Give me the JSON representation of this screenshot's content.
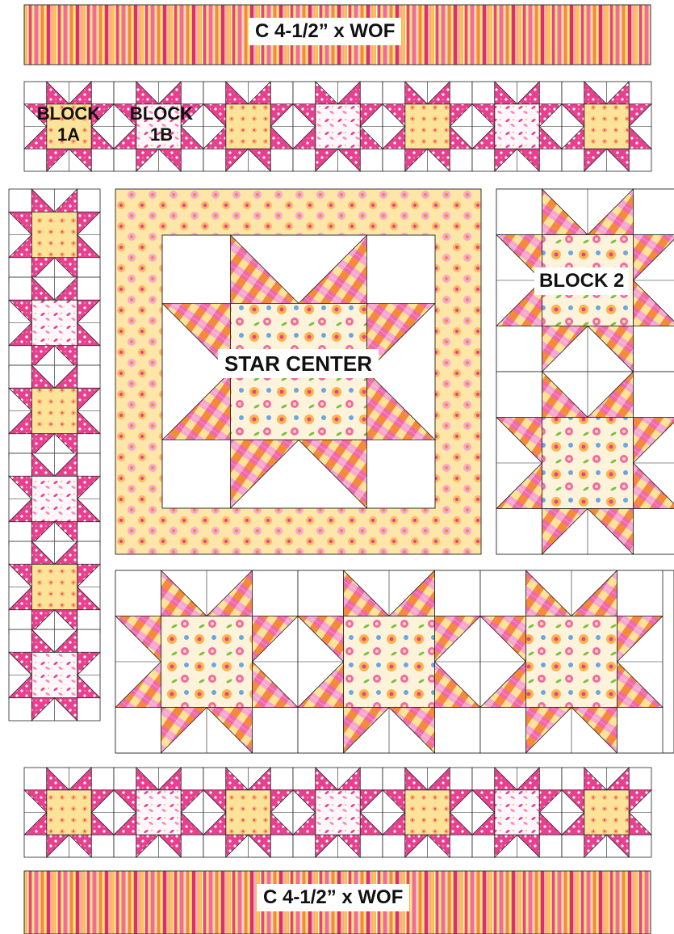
{
  "labels": {
    "top_strip": "C 4-1/2” x WOF",
    "bottom_strip": "C 4-1/2” x WOF",
    "block_1a_line1": "BLOCK",
    "block_1a_line2": "1A",
    "block_1b_line1": "BLOCK",
    "block_1b_line2": "1B",
    "star_center": "STAR CENTER",
    "block_2": "BLOCK 2"
  },
  "colors": {
    "pink": "#e8408f",
    "pink_light": "#f6a8cf",
    "yellow": "#fde39a",
    "orange": "#f58a3c",
    "orange_light": "#fbb767",
    "cream": "#fdf3da",
    "outline": "#222222"
  }
}
